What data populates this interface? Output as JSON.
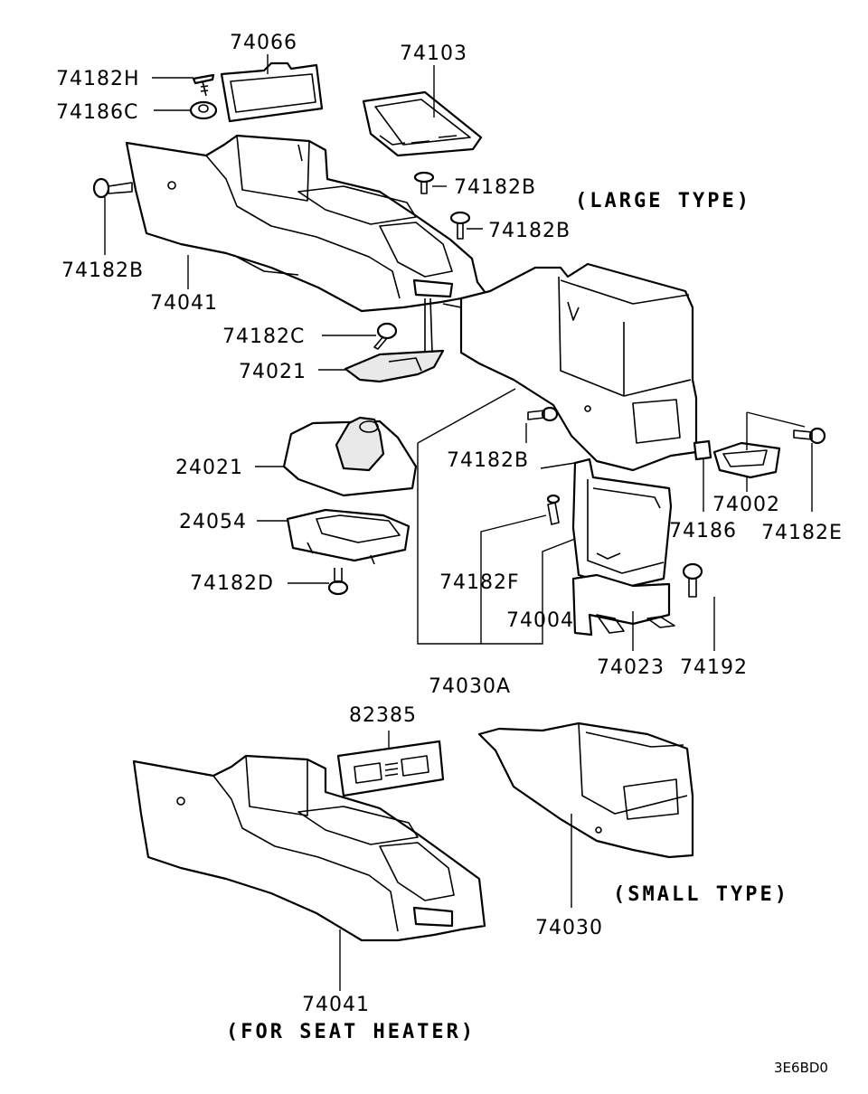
{
  "labels": {
    "p74066": "74066",
    "p74103": "74103",
    "p74182H": "74182H",
    "p74186C": "74186C",
    "p74182B_a": "74182B",
    "p74182B_b": "74182B",
    "p74182B_c": "74182B",
    "p74182B_d": "74182B",
    "p74041": "74041",
    "p74182C": "74182C",
    "p74021": "74021",
    "p24021": "24021",
    "p24054": "24054",
    "p74182D": "74182D",
    "p74182F": "74182F",
    "p74004": "74004",
    "p74030A": "74030A",
    "p74023": "74023",
    "p74192": "74192",
    "p74186": "74186",
    "p74002": "74002",
    "p74182E": "74182E",
    "p82385": "82385",
    "p74030": "74030",
    "p74041_b": "74041"
  },
  "captions": {
    "large_type": "(LARGE TYPE)",
    "small_type": "(SMALL TYPE)",
    "seat_heater": "(FOR SEAT HEATER)"
  },
  "diagram_code": "3E6BD0",
  "colors": {
    "line": "#000000",
    "background": "#ffffff",
    "shade": "#e9e9e9"
  }
}
